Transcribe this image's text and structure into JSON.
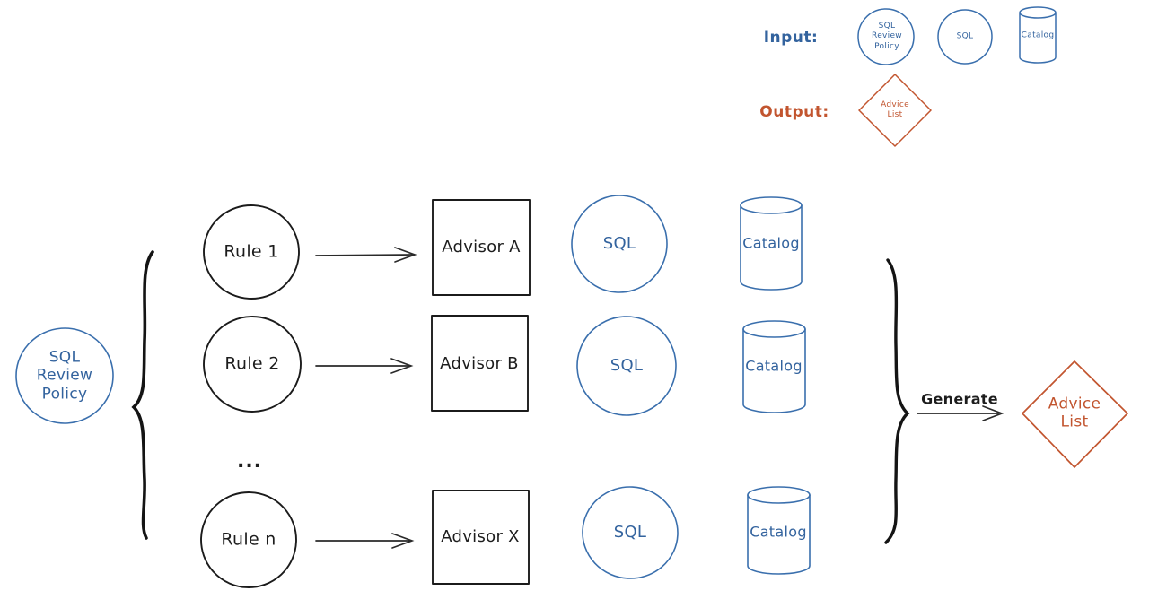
{
  "colors": {
    "shape_blue": "#3a6fad",
    "text_blue": "#33639e",
    "shape_orange": "#c2552f",
    "ink_black": "#1d1d1d",
    "background": "#ffffff"
  },
  "legend": {
    "input_label": "Input:",
    "output_label": "Output:",
    "input_shapes": [
      {
        "shape": "circle",
        "label": "SQL\nReview\nPolicy"
      },
      {
        "shape": "circle",
        "label": "SQL"
      },
      {
        "shape": "cylinder",
        "label": "Catalog"
      }
    ],
    "output_shapes": [
      {
        "shape": "diamond",
        "label": "Advice\nList"
      }
    ]
  },
  "flow": {
    "source": {
      "shape": "circle",
      "label": "SQL\nReview\nPolicy"
    },
    "rows": [
      {
        "rule": "Rule 1",
        "advisor": "Advisor A",
        "sql": "SQL",
        "catalog": "Catalog"
      },
      {
        "rule": "Rule 2",
        "advisor": "Advisor B",
        "sql": "SQL",
        "catalog": "Catalog"
      },
      {
        "rule": "Rule n",
        "advisor": "Advisor X",
        "sql": "SQL",
        "catalog": "Catalog"
      }
    ],
    "ellipsis": "...",
    "generate_label": "Generate",
    "output": {
      "shape": "diamond",
      "label": "Advice\nList"
    }
  }
}
